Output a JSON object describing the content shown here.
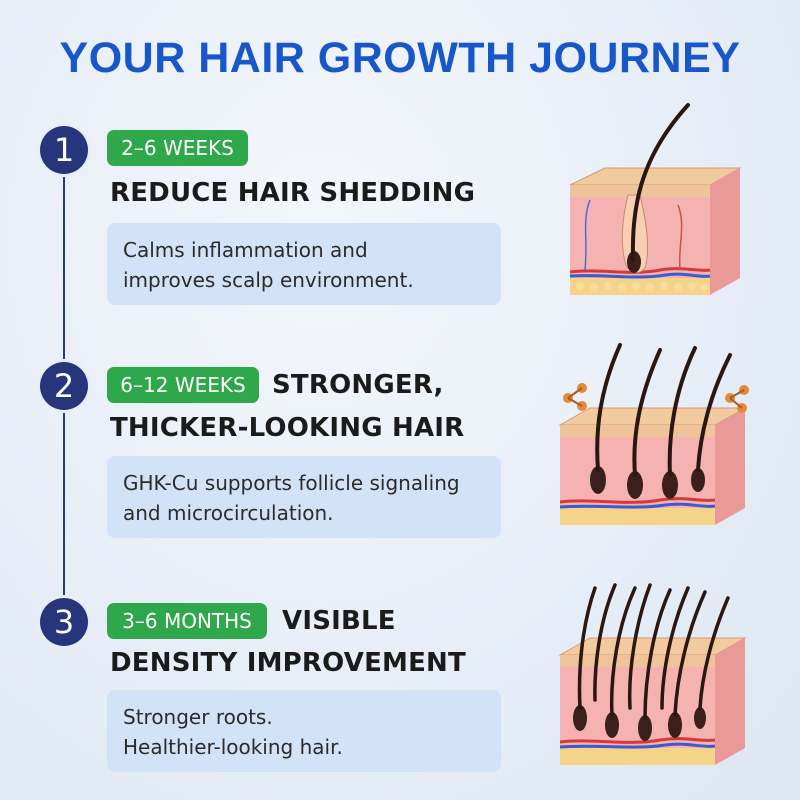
{
  "title": "YOUR HAIR GROWTH JOURNEY",
  "colors": {
    "title_blue": "#1857c9",
    "step_navy": "#27357a",
    "badge_green": "#2ea84a",
    "card_blue": "#d3e3f7"
  },
  "steps": [
    {
      "number": "1",
      "badge": "2–6 WEEKS",
      "heading_line1": "",
      "heading_line2": "REDUCE HAIR SHEDDING",
      "description_line1": "Calms inflammation and",
      "description_line2": "improves scalp environment.",
      "illustration": "skin-cross-section-one-hair-icon"
    },
    {
      "number": "2",
      "badge": "6–12 WEEKS",
      "heading_line1": "STRONGER,",
      "heading_line2": "THICKER-LOOKING HAIR",
      "description_line1": "GHK-Cu supports follicle signaling",
      "description_line2": "and microcirculation.",
      "illustration": "skin-cross-section-four-hairs-icon"
    },
    {
      "number": "3",
      "badge": "3–6 MONTHS",
      "heading_line1": "VISIBLE",
      "heading_line2": "DENSITY IMPROVEMENT",
      "description_line1": "Stronger roots.",
      "description_line2": "Healthier-looking hair.",
      "illustration": "skin-cross-section-dense-hairs-icon"
    }
  ]
}
